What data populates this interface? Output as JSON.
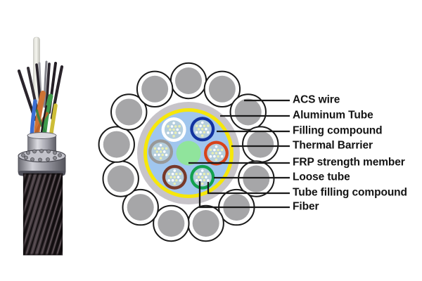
{
  "figure": {
    "kind": "OPGW fiber optic cable cross-section diagram",
    "photo": {
      "name": "opgw-cable-sample-photo"
    }
  },
  "legend": {
    "labels": [
      {
        "id": "acs-wire",
        "text": "ACS wire"
      },
      {
        "id": "aluminum-tube",
        "text": "Aluminum Tube"
      },
      {
        "id": "filling-compound",
        "text": "Filling compound"
      },
      {
        "id": "thermal-barrier",
        "text": "Thermal Barrier"
      },
      {
        "id": "frp-strength-member",
        "text": "FRP strength member"
      },
      {
        "id": "loose-tube",
        "text": "Loose tube"
      },
      {
        "id": "tube-filling-compound",
        "text": "Tube filling compound"
      },
      {
        "id": "fiber",
        "text": "Fiber"
      }
    ]
  },
  "cross_section": {
    "acs_wire_count": 13,
    "loose_tube_count": 6,
    "fibers_per_tube": 13,
    "loose_tubes": [
      {
        "name": "white",
        "color": "#ffffff"
      },
      {
        "name": "blue",
        "color": "#1233a0"
      },
      {
        "name": "gray",
        "color": "#989898"
      },
      {
        "name": "red",
        "color": "#d8431a"
      },
      {
        "name": "brown",
        "color": "#78392a"
      },
      {
        "name": "green",
        "color": "#12a14e"
      }
    ]
  },
  "colors": {
    "background": "#ffffff",
    "line": "#1a1a1a",
    "acs_wire_fill": "#a6a6a8",
    "acs_wire_ring": "#ffffff",
    "aluminum_tube": "#c7c4c9",
    "thermal_barrier": "#f6e70a",
    "filling_compound": "#a0c6ee",
    "frp_green": "#90e49c",
    "tube_interior": "#b5cedd",
    "fiber_dot_white": "#ffffff",
    "fiber_dot_yellow": "#e9efb5"
  }
}
